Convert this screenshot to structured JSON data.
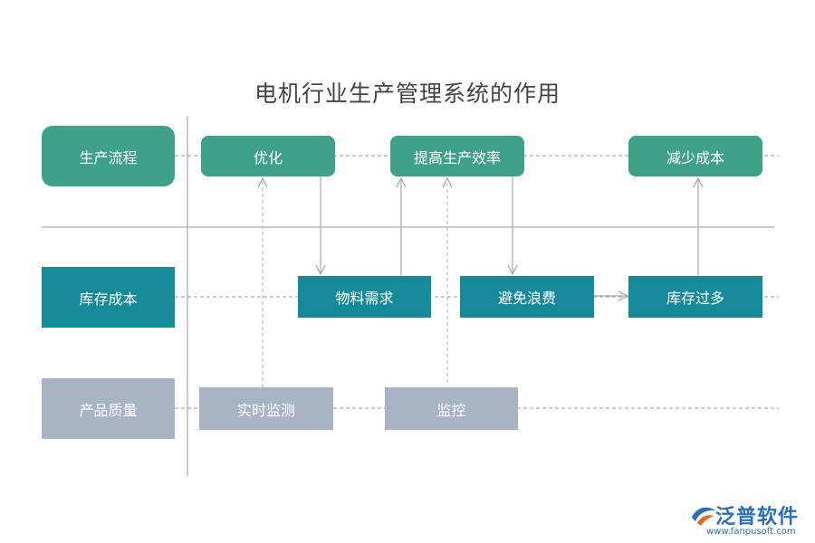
{
  "title": "电机行业生产管理系统的作用",
  "categories": {
    "production_flow": "生产流程",
    "inventory_cost": "库存成本",
    "product_quality": "产品质量"
  },
  "nodes": {
    "optimize": "优化",
    "improve_efficiency": "提高生产效率",
    "reduce_cost": "减少成本",
    "material_demand": "物料需求",
    "avoid_waste": "避免浪费",
    "excess_inventory": "库存过多",
    "realtime_monitoring": "实时监测",
    "monitoring": "监控"
  },
  "brand": {
    "name": "泛普软件",
    "url": "www.fanpusoft.com"
  },
  "colors": {
    "production": "#3fa187",
    "inventory": "#178a99",
    "quality": "#a9b3c4",
    "connector": "#aaaaaa",
    "brand": "#2a6fb8"
  }
}
